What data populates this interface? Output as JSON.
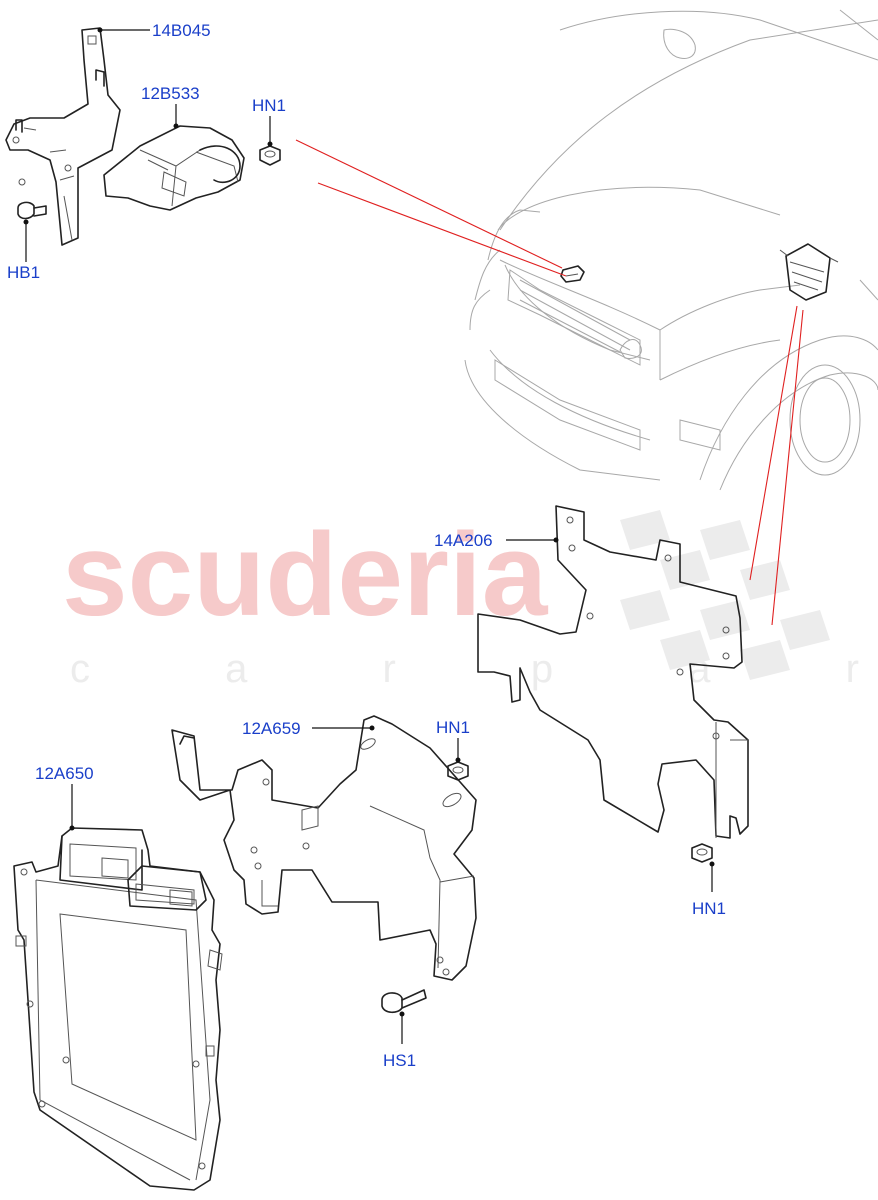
{
  "watermark": {
    "brand": "scuderia",
    "tagline": "c a r  p a r t s"
  },
  "labels": {
    "l14B045": "14B045",
    "l12B533": "12B533",
    "lHN1_top": "HN1",
    "lHB1": "HB1",
    "l14A206": "14A206",
    "l12A659": "12A659",
    "lHN1_mid": "HN1",
    "l12A650": "12A650",
    "lHN1_right": "HN1",
    "lHS1": "HS1"
  },
  "colors": {
    "label": "#1a3fc9",
    "leader": "#111111",
    "callout": "#e02020",
    "watermark": "#f6caca"
  }
}
